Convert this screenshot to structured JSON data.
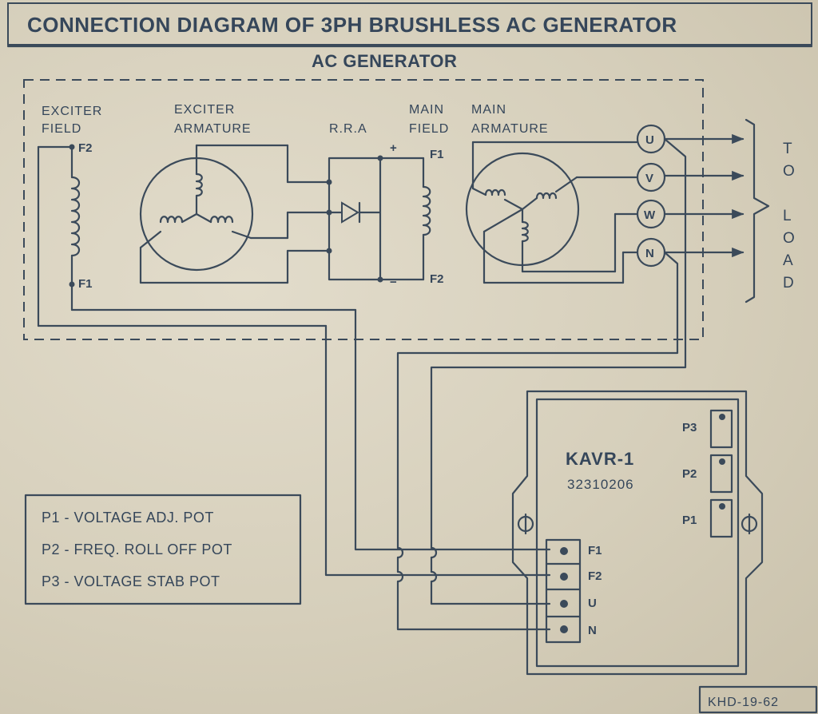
{
  "title": "CONNECTION DIAGRAM OF 3PH BRUSHLESS AC GENERATOR",
  "generator_label": "AC GENERATOR",
  "sections": {
    "exciter_field": [
      "EXCITER",
      "FIELD"
    ],
    "exciter_armature": [
      "EXCITER",
      "ARMATURE"
    ],
    "rra": "R.R.A",
    "main_field": [
      "MAIN",
      "FIELD"
    ],
    "main_armature": [
      "MAIN",
      "ARMATURE"
    ]
  },
  "terminals": {
    "exciter_f2": "F2",
    "exciter_f1": "F1",
    "main_f1": "F1",
    "main_f2": "F2",
    "plus": "+",
    "minus": "−"
  },
  "phases": [
    "U",
    "V",
    "W",
    "N"
  ],
  "to_load": [
    "T",
    "O",
    "L",
    "O",
    "A",
    "D"
  ],
  "avr": {
    "name": "KAVR-1",
    "serial": "32310206",
    "pots": [
      "P3",
      "P2",
      "P1"
    ],
    "inputs": [
      "F1",
      "F2",
      "U",
      "N"
    ]
  },
  "legend": [
    "P1 - VOLTAGE ADJ. POT",
    "P2 - FREQ. ROLL OFF POT",
    "P3 - VOLTAGE STAB POT"
  ],
  "code": "KHD-19-62",
  "colors": {
    "ink": "#3b4a5a",
    "paper": "#d9d1bd"
  }
}
